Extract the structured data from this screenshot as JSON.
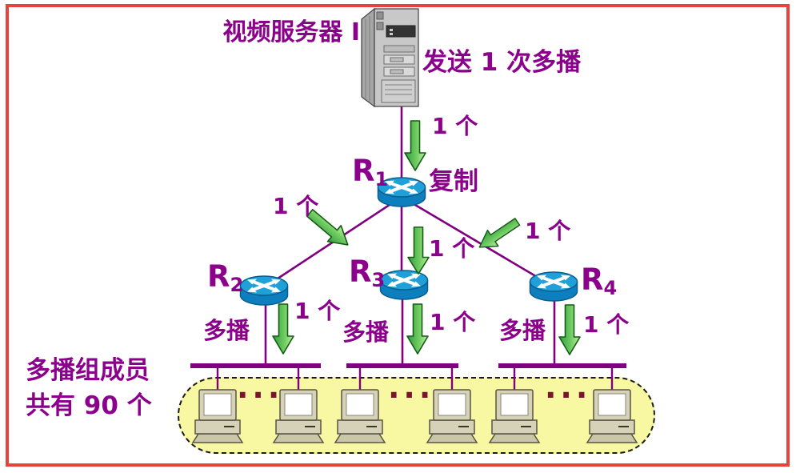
{
  "labels": {
    "server": "视频服务器 I",
    "send": "发送 1 次多播",
    "replicate": "复制",
    "unit_count": "1 个",
    "multicast": "多播",
    "members_line1": "多播组成员",
    "members_line2": "共有 90 个",
    "ellipsis": "..."
  },
  "routers": [
    {
      "base": "R",
      "sub": "1"
    },
    {
      "base": "R",
      "sub": "2"
    },
    {
      "base": "R",
      "sub": "3"
    },
    {
      "base": "R",
      "sub": "4"
    }
  ],
  "icons": {
    "server": "server-tower-icon",
    "router": "router-icon",
    "host": "desktop-computer-icon",
    "arrow": "green-down-arrow-icon"
  },
  "colors": {
    "text_purple": "#8B018B",
    "line_purple": "#800080",
    "arrow_green": "#55B54E",
    "arrow_green_dark": "#145C14",
    "router_top": "#1FA0D8",
    "router_body": "#0E7FBE",
    "lan_fill": "#F8F8A2",
    "frame_red": "#E3453C",
    "dots_maroon": "#7B1230"
  }
}
